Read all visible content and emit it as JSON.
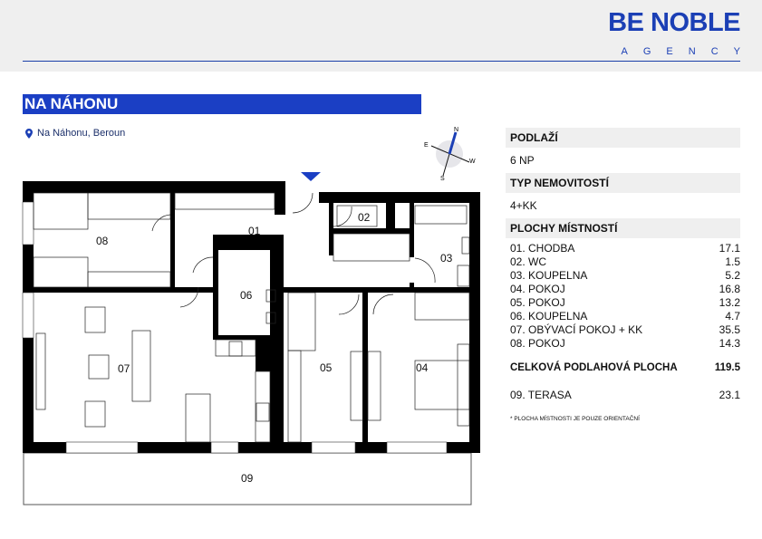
{
  "brand": {
    "name": "BE NOBLE",
    "sub": "AGENCY",
    "color": "#1b3fb5"
  },
  "title": "NA NÁHONU",
  "address": {
    "icon": "map-pin-icon",
    "text": "Na Náhonu, Beroun"
  },
  "compass": {
    "n": "N",
    "e": "E",
    "w": "W",
    "s": "S"
  },
  "panel": {
    "floor_label": "PODLAŽÍ",
    "floor_value": "6 NP",
    "type_label": "TYP NEMOVITOSTÍ",
    "type_value": "4+KK",
    "areas_label": "PLOCHY MÍSTNOSTÍ",
    "rooms": [
      {
        "name": "01. CHODBA",
        "area": "17.1"
      },
      {
        "name": "02. WC",
        "area": "1.5"
      },
      {
        "name": "03. KOUPELNA",
        "area": "5.2"
      },
      {
        "name": "04. POKOJ",
        "area": "16.8"
      },
      {
        "name": "05. POKOJ",
        "area": "13.2"
      },
      {
        "name": "06. KOUPELNA",
        "area": "4.7"
      },
      {
        "name": "07. OBÝVACÍ POKOJ + KK",
        "area": "35.5"
      },
      {
        "name": "08. POKOJ",
        "area": "14.3"
      }
    ],
    "total_label": "CELKOVÁ PODLAHOVÁ PLOCHA",
    "total_value": "119.5",
    "terrace_label": "09. TERASA",
    "terrace_value": "23.1",
    "note": "* PLOCHA MÍSTNOSTI JE POUZE ORIENTAČNÍ"
  },
  "plan_labels": {
    "r01": "01",
    "r02": "02",
    "r03": "03",
    "r04": "04",
    "r05": "05",
    "r06": "06",
    "r07": "07",
    "r08": "08",
    "r09": "09"
  }
}
